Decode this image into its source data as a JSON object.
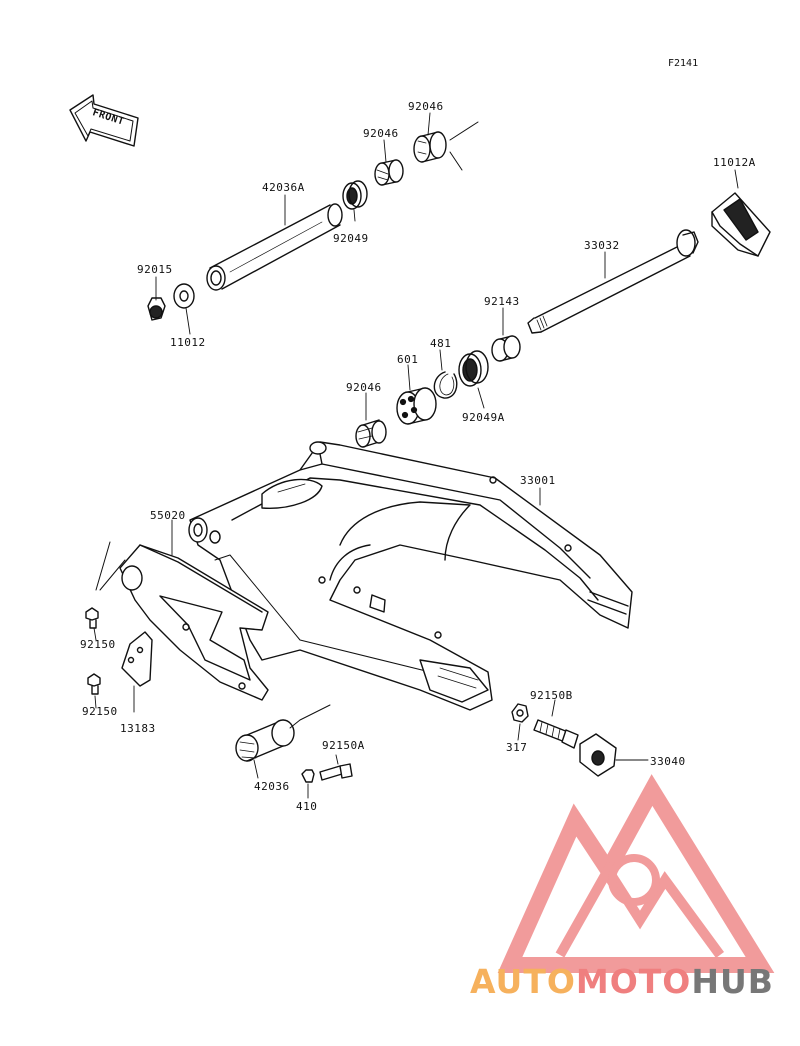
{
  "figure_id": "F2141",
  "front_arrow": "FRONT",
  "parts": {
    "p92046_top": "92046",
    "p92046_mid": "92046",
    "p42036A": "42036A",
    "p92049": "92049",
    "p11012A": "11012A",
    "p33032": "33032",
    "p92015": "92015",
    "p11012": "11012",
    "p92143": "92143",
    "p481": "481",
    "p601": "601",
    "p92046_low": "92046",
    "p92049A": "92049A",
    "p33001": "33001",
    "p55020": "55020",
    "p92150_a": "92150",
    "p92150_b": "92150",
    "p13183": "13183",
    "p92150B": "92150B",
    "p317": "317",
    "p33040": "33040",
    "p92150A": "92150A",
    "p42036": "42036",
    "p410": "410"
  },
  "watermark": {
    "part1": "AUTO",
    "part2": "MOTO",
    "part3": "HUB",
    "colors": {
      "auto": "#f6b15d",
      "moto": "#ef7f7f",
      "hub": "#777777",
      "logo": "#ef8a8a"
    }
  }
}
